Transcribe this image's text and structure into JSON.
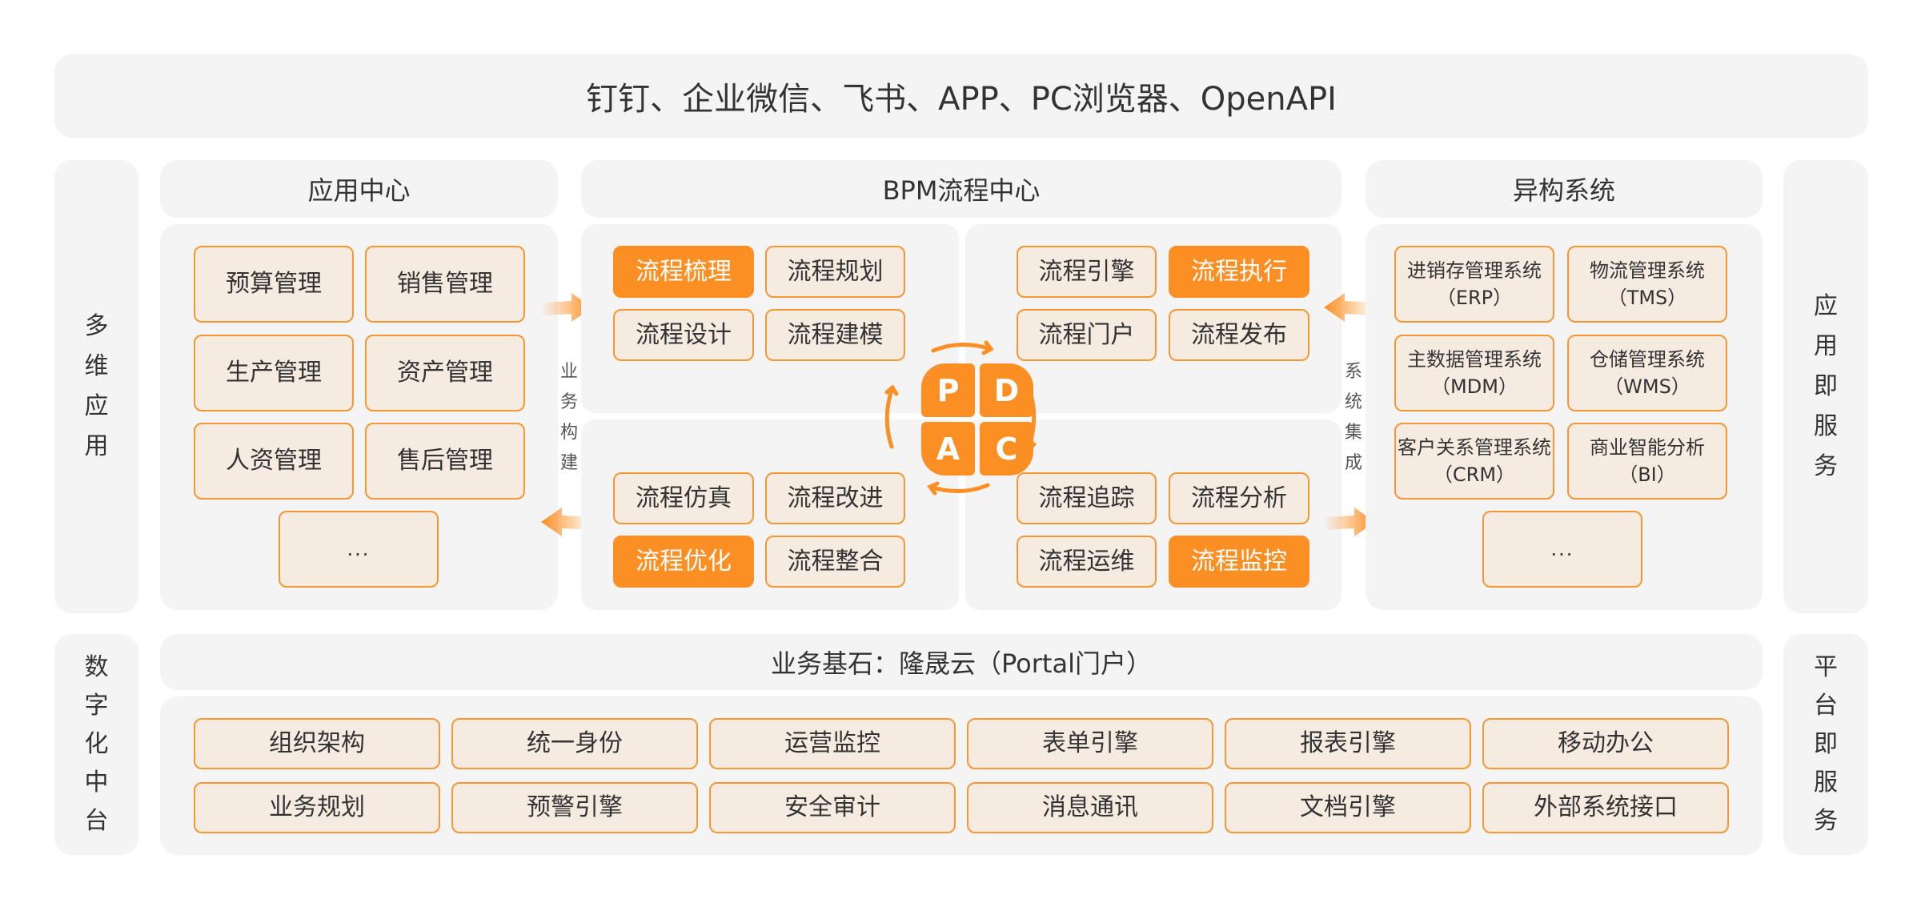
{
  "colors": {
    "accent": "#fb8f24",
    "box_border": "#f79734",
    "box_fill": "#f6ebe1",
    "panel_bg": "#f4f4f4",
    "text": "#333333"
  },
  "top_bar": {
    "text": "钉钉、企业微信、飞书、APP、PC浏览器、OpenAPI"
  },
  "side_labels": {
    "left_top": [
      "多",
      "维",
      "应",
      "用"
    ],
    "right_top": [
      "应",
      "用",
      "即",
      "服",
      "务"
    ],
    "left_bottom": [
      "数",
      "字",
      "化",
      "中",
      "台"
    ],
    "right_bottom": [
      "平",
      "台",
      "即",
      "服",
      "务"
    ]
  },
  "app_center": {
    "title": "应用中心",
    "items": [
      "预算管理",
      "销售管理",
      "生产管理",
      "资产管理",
      "人资管理",
      "售后管理"
    ],
    "more": "..."
  },
  "connector_left": {
    "label": [
      "业",
      "务",
      "构",
      "建"
    ]
  },
  "bpm_center": {
    "title": "BPM流程中心",
    "top_left": [
      {
        "label": "流程梳理",
        "highlight": true
      },
      {
        "label": "流程规划",
        "highlight": false
      },
      {
        "label": "流程设计",
        "highlight": false
      },
      {
        "label": "流程建模",
        "highlight": false
      }
    ],
    "top_right": [
      {
        "label": "流程引擎",
        "highlight": false
      },
      {
        "label": "流程执行",
        "highlight": true
      },
      {
        "label": "流程门户",
        "highlight": false
      },
      {
        "label": "流程发布",
        "highlight": false
      }
    ],
    "bottom_left": [
      {
        "label": "流程仿真",
        "highlight": false
      },
      {
        "label": "流程改进",
        "highlight": false
      },
      {
        "label": "流程优化",
        "highlight": true
      },
      {
        "label": "流程整合",
        "highlight": false
      }
    ],
    "bottom_right": [
      {
        "label": "流程追踪",
        "highlight": false
      },
      {
        "label": "流程分析",
        "highlight": false
      },
      {
        "label": "流程运维",
        "highlight": false
      },
      {
        "label": "流程监控",
        "highlight": true
      }
    ],
    "pdca": {
      "p": "P",
      "d": "D",
      "c": "C",
      "a": "A"
    }
  },
  "connector_right": {
    "label": [
      "系",
      "统",
      "集",
      "成"
    ]
  },
  "hetero_systems": {
    "title": "异构系统",
    "items": [
      {
        "name": "进销存管理系统",
        "abbr": "（ERP）"
      },
      {
        "name": "物流管理系统",
        "abbr": "（TMS）"
      },
      {
        "name": "主数据管理系统",
        "abbr": "（MDM）"
      },
      {
        "name": "仓储管理系统",
        "abbr": "（WMS）"
      },
      {
        "name": "客户关系管理系统",
        "abbr": "（CRM）"
      },
      {
        "name": "商业智能分析",
        "abbr": "（BI）"
      }
    ],
    "more": "..."
  },
  "platform": {
    "title": "业务基石：隆晟云（Portal门户）",
    "row1": [
      "组织架构",
      "统一身份",
      "运营监控",
      "表单引擎",
      "报表引擎",
      "移动办公"
    ],
    "row2": [
      "业务规划",
      "预警引擎",
      "安全审计",
      "消息通讯",
      "文档引擎",
      "外部系统接口"
    ]
  }
}
